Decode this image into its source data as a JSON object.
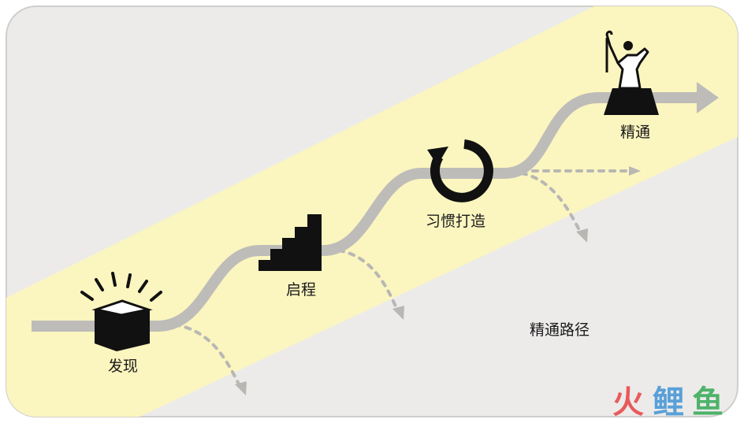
{
  "diagram": {
    "stages": [
      {
        "id": "discover",
        "label": "发现"
      },
      {
        "id": "start",
        "label": "启程"
      },
      {
        "id": "habit",
        "label": "习惯打造"
      },
      {
        "id": "mastery",
        "label": "精通"
      }
    ],
    "side_label": "精通路径"
  },
  "watermark": {
    "chars": [
      "火",
      "鲤",
      "鱼"
    ],
    "colors": [
      "#e85b5b",
      "#5aa0d8",
      "#4db36a"
    ]
  },
  "colors": {
    "background": "#ecebea",
    "band": "#fbf5bf",
    "path": "#bdbcb9",
    "icon": "#111111"
  }
}
